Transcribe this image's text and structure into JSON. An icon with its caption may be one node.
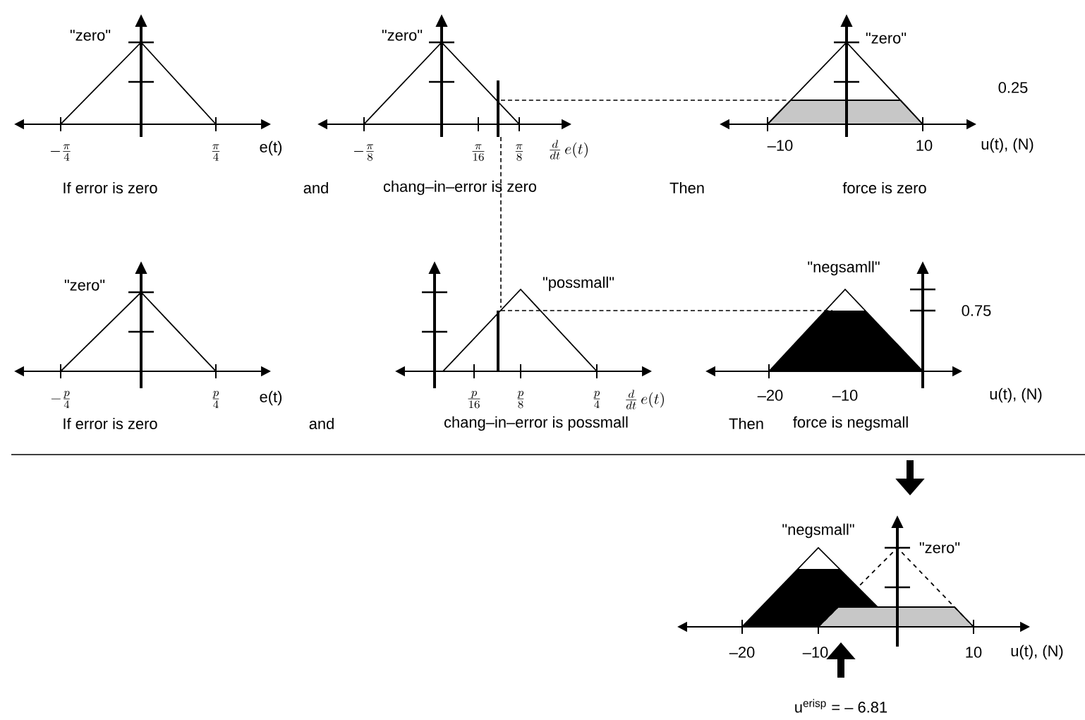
{
  "diagram": {
    "labels": [
      "\"zero\"",
      "\"zero\"",
      "\"zero\"",
      "0.25",
      "-\\frac{\\pi}{4}",
      "\\frac{\\pi}{4}",
      "e(t)",
      "-\\frac{\\pi}{8}",
      "\\frac{\\pi}{16}",
      "\\frac{\\pi}{8}",
      "\\frac{d}{dt}\\,e(t)",
      "–10",
      "10",
      "u(t), (N)",
      "If error is zero",
      "and",
      "chang–in–error is zero",
      "Then",
      "force is zero",
      "\"zero\"",
      "\"possmall\"",
      "\"negsamll\"",
      "0.75",
      "-\\frac{p}{4}",
      "\\frac{p}{4}",
      "e(t)",
      "\\frac{p}{16}",
      "\\frac{p}{8}",
      "\\frac{p}{4}",
      "\\frac{d}{dt}\\,e(t)",
      "–20",
      "–10",
      "u(t), (N)",
      "If error is zero",
      "and",
      "chang–in–error is possmall",
      "Then",
      "force is negsmall",
      "\"negsmall\"",
      "\"zero\"",
      "–20",
      "–10",
      "10",
      "u(t), (N)",
      "u$^{erisp}$ = – 6.81"
    ]
  }
}
